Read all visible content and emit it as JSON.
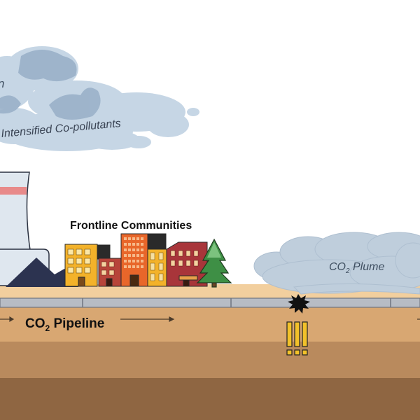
{
  "labels": {
    "cloud_partial": "n",
    "co_pollutants": "Intensified Co-pollutants",
    "frontline": "Frontline Communities",
    "plume_prefix": "CO",
    "plume_sub": "2",
    "plume_suffix": " Plume",
    "pipeline_prefix": "CO",
    "pipeline_sub": "2",
    "pipeline_suffix": " Pipeline",
    "warning": "!!!"
  },
  "colors": {
    "sky": "#ffffff",
    "cloud_light": "#c4d5e4",
    "cloud_dark": "#98b0c8",
    "ground_surface": "#f2cf9e",
    "soil_upper": "#c99666",
    "soil_mid": "#ae7f55",
    "soil_deep": "#8c6440",
    "pipe": "#b7bcc4",
    "plume": "#bdcbd9",
    "warning": "#f2c12a"
  }
}
